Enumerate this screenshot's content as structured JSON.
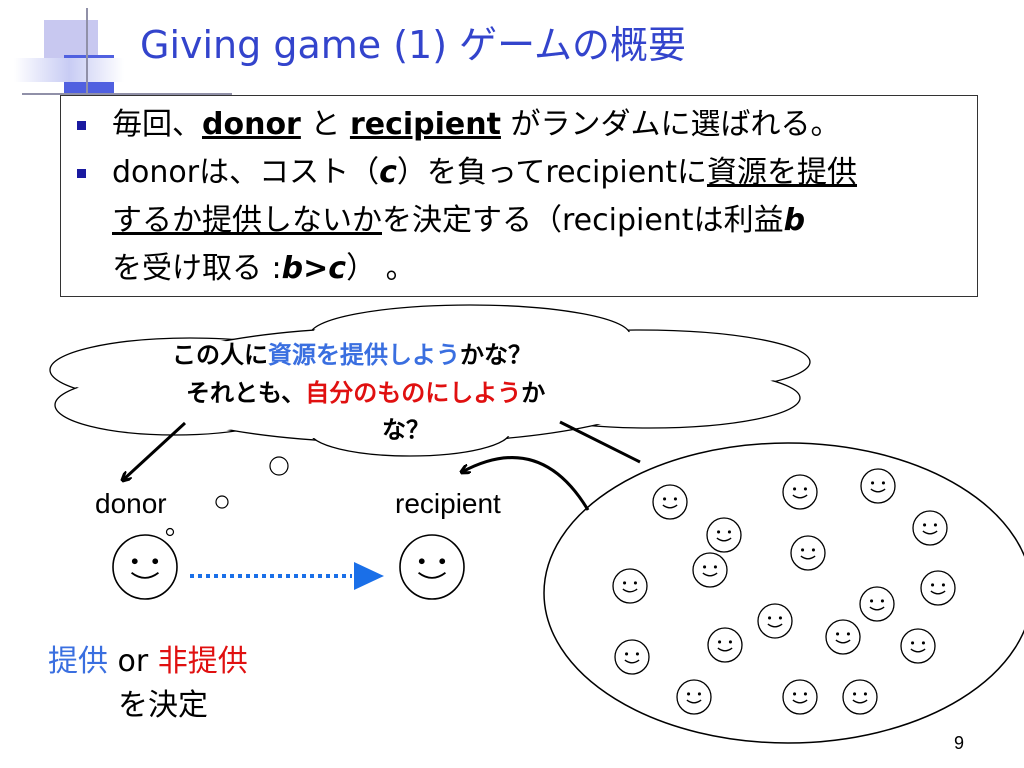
{
  "slide": {
    "title": "Giving game (1) ゲームの概要",
    "page_number": "9"
  },
  "bullets": {
    "b1": {
      "t1": "毎回、",
      "t2": "donor",
      "t3": " と ",
      "t4": "recipient",
      "t5": " がランダムに選ばれる。"
    },
    "b2_line1": {
      "t1": "donorは、コスト（",
      "t2": "c",
      "t3": "）を負ってrecipientに",
      "t4": "資源を提供"
    },
    "b2_line2": {
      "t1": "するか提供しないか",
      "t2": "を決定する（recipientは利益",
      "t3": "b"
    },
    "b2_line3": {
      "t1": "を受け取る :",
      "t2": "b>c",
      "t3": "） 。"
    }
  },
  "thought_cloud": {
    "line1_a": "この人に",
    "line1_b": "資源を提供しよう",
    "line1_c": "かな？",
    "line2_a": "それとも、",
    "line2_b": "自分のものにしよう",
    "line2_c": "か",
    "line3": "な？"
  },
  "labels": {
    "donor": "donor",
    "recipient": "recipient",
    "decision_give": "提供",
    "decision_or": " or ",
    "decision_not_give": "非提供",
    "decision_line2": "を決定"
  },
  "colors": {
    "title": "#3344cc",
    "highlight_blue": "#3a6fe0",
    "highlight_red": "#e01010",
    "arrow_blue": "#1a6fe8"
  }
}
